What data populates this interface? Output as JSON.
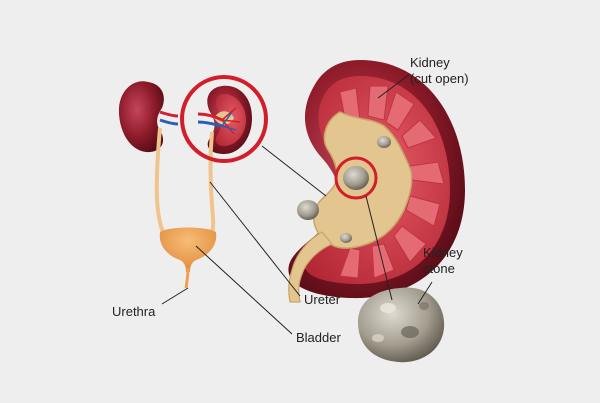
{
  "labels": {
    "kidney_cut_open": [
      "Kidney",
      "(cut open)"
    ],
    "kidney_stone": [
      "Kidney",
      "stone"
    ],
    "ureter": "Ureter",
    "urethra": "Urethra",
    "bladder": "Bladder"
  },
  "colors": {
    "background": "#efeeee",
    "kidney_cortex": "#8e1b2a",
    "kidney_tissue": "#c73a46",
    "pyramid": "#e46b73",
    "pelvis": "#e3c58f",
    "ureter": "#f0c48c",
    "bladder": "#f0a050",
    "artery": "#d2202e",
    "vein": "#2a5fb5",
    "highlight_ring": "#d21e2a",
    "stone": "#a09a8c",
    "leader_line": "#222222"
  }
}
